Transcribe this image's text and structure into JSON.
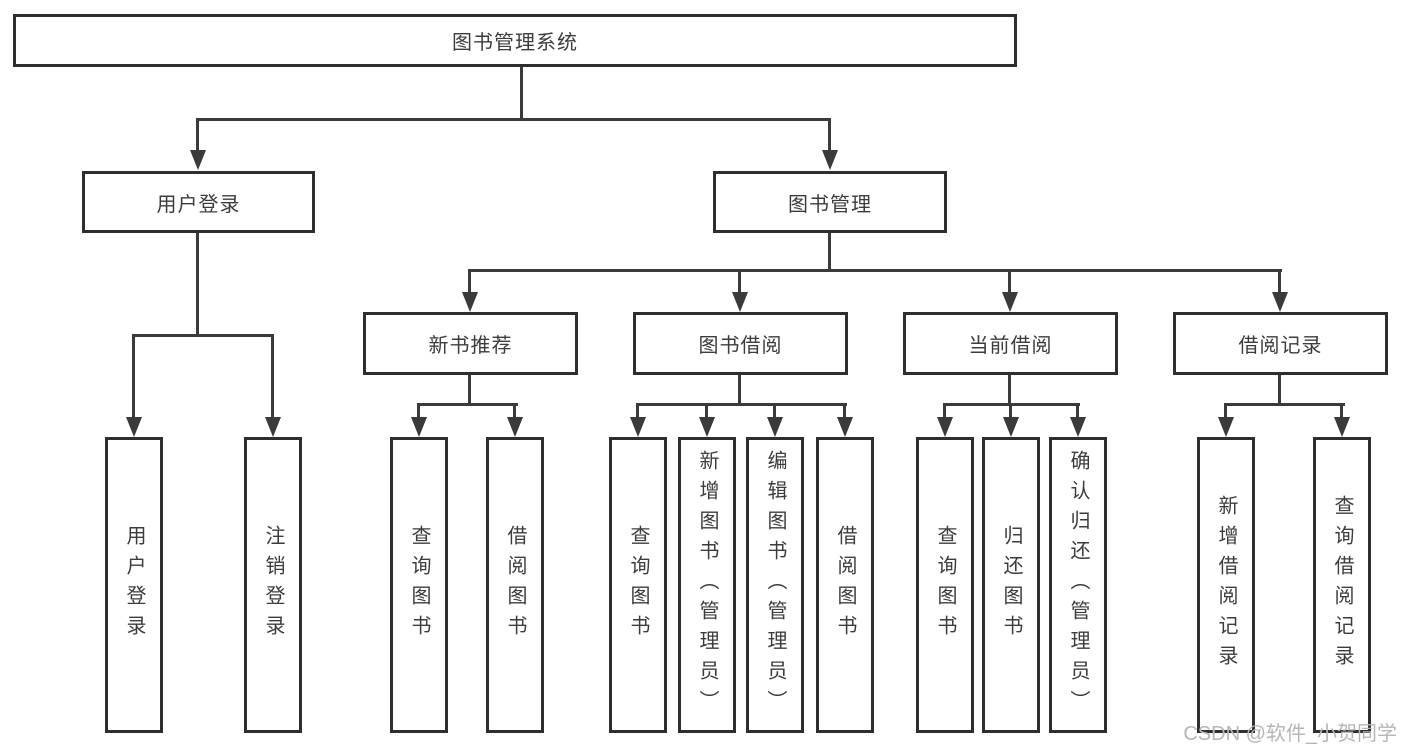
{
  "colors": {
    "bg": "#ffffff",
    "line": "#3a3a3a",
    "border": "#2e2e2e",
    "text": "#3c3c3c",
    "watermark": "#b6b6b6"
  },
  "tree": {
    "root": {
      "label": "图书管理系统",
      "children": [
        {
          "label": "用户登录",
          "children": [
            {
              "label": "用户登录"
            },
            {
              "label": "注销登录"
            }
          ]
        },
        {
          "label": "图书管理",
          "children": [
            {
              "label": "新书推荐",
              "children": [
                {
                  "label": "查询图书"
                },
                {
                  "label": "借阅图书"
                }
              ]
            },
            {
              "label": "图书借阅",
              "children": [
                {
                  "label": "查询图书"
                },
                {
                  "label": "新增图书（管理员）"
                },
                {
                  "label": "编辑图书（管理员）"
                },
                {
                  "label": "借阅图书"
                }
              ]
            },
            {
              "label": "当前借阅",
              "children": [
                {
                  "label": "查询图书"
                },
                {
                  "label": "归还图书"
                },
                {
                  "label": "确认归还（管理员）"
                }
              ]
            },
            {
              "label": "借阅记录",
              "children": [
                {
                  "label": "新增借阅记录"
                },
                {
                  "label": "查询借阅记录"
                }
              ]
            }
          ]
        }
      ]
    }
  },
  "watermark": {
    "text": "CSDN @软件_小贺同学"
  }
}
